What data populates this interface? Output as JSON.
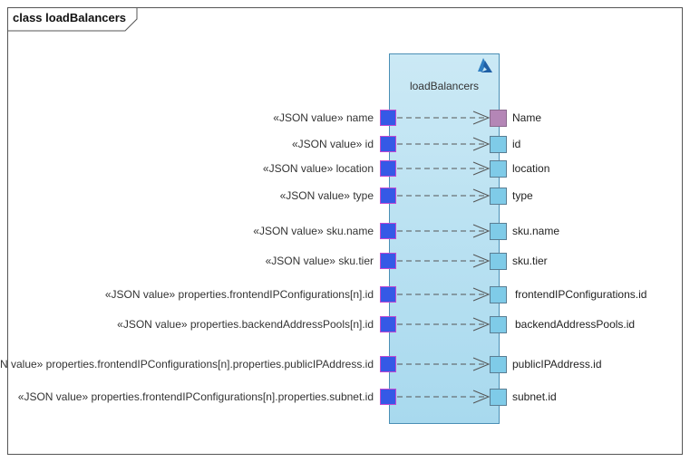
{
  "frame": {
    "title": "class loadBalancers"
  },
  "class_box": {
    "name": "loadBalancers",
    "icon": "azure-logo-icon",
    "accent": "#2f7ec2"
  },
  "rows": [
    {
      "source": "«JSON value» name",
      "target": "Name"
    },
    {
      "source": "«JSON value» id",
      "target": "id"
    },
    {
      "source": "«JSON value» location",
      "target": "location"
    },
    {
      "source": "«JSON value» type",
      "target": "type"
    },
    {
      "source": "«JSON value» sku.name",
      "target": "sku.name"
    },
    {
      "source": "«JSON value» sku.tier",
      "target": "sku.tier"
    },
    {
      "source": "«JSON value» properties.frontendIPConfigurations[n].id",
      "target": "frontendIPConfigurations.id"
    },
    {
      "source": "«JSON value» properties.backendAddressPools[n].id",
      "target": "backendAddressPools.id"
    },
    {
      "source": "«JSON value» properties.frontendIPConfigurations[n].properties.publicIPAddress.id",
      "target": "publicIPAddress.id"
    },
    {
      "source": "«JSON value» properties.frontendIPConfigurations[n].properties.subnet.id",
      "target": "subnet.id"
    }
  ],
  "colors": {
    "source_port": "#3559e6",
    "target_port": "#7fcbe8",
    "first_target_port": "#b486b6",
    "box_fill": "#b8e0f1"
  }
}
